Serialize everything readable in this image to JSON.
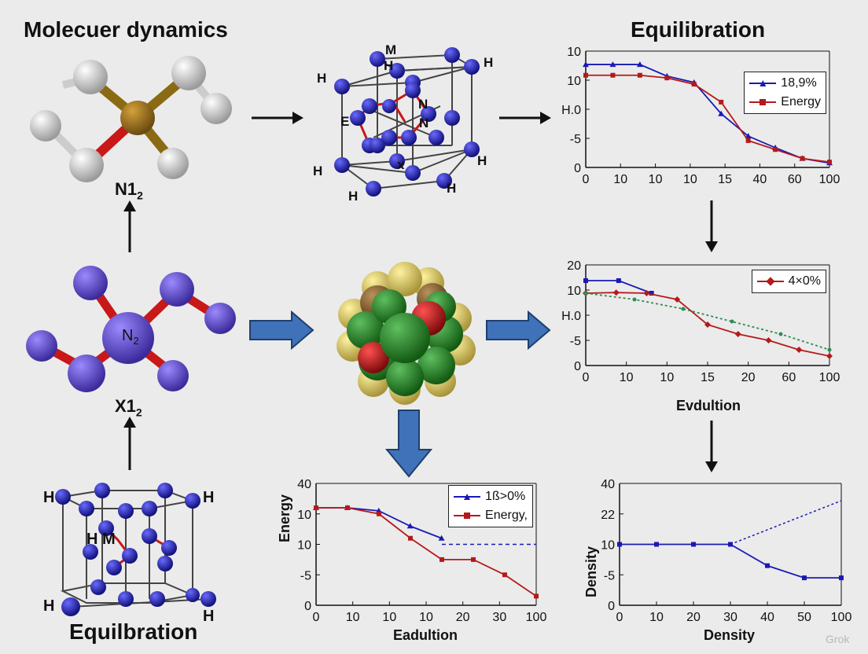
{
  "headings": {
    "left": "Molecuer dynamics",
    "right": "Equilibration",
    "bottom_left": "Equilbration"
  },
  "molecules": {
    "top_left_label": "N1",
    "top_left_sub": "2",
    "middle_left_center": "N",
    "middle_left_center_sub": "2",
    "middle_left_label": "X1",
    "middle_left_sub": "2",
    "top_crystal_labels": [
      "M",
      "H",
      "H",
      "H",
      "E",
      "N",
      "N",
      "H",
      "H",
      "H",
      "x",
      "H"
    ],
    "bottom_crystal_labels": [
      "H",
      "H",
      "H",
      "H",
      "M",
      "H"
    ]
  },
  "colors": {
    "blue_series": "#1a1ab4",
    "red_series": "#b41a1a",
    "green_series": "#2e8b57",
    "arrow_fill": "#3f72b8",
    "atom_blue": "#2727c8"
  },
  "chart_data": [
    {
      "type": "line",
      "yticks": [
        "10",
        "10",
        "H.0",
        "-5",
        "0"
      ],
      "xticks": [
        "0",
        "10",
        "10",
        "10",
        "15",
        "40",
        "60",
        "100"
      ],
      "series": [
        {
          "name": "18,9%",
          "color": "#1a1ab4",
          "marker": "triangle",
          "values": [
            11.5,
            11.5,
            11.5,
            10.2,
            9.5,
            6.0,
            3.5,
            2.2,
            1.0,
            0.5
          ]
        },
        {
          "name": "Energy",
          "color": "#b41a1a",
          "marker": "square",
          "values": [
            10.3,
            10.3,
            10.3,
            10.0,
            9.3,
            7.3,
            3.0,
            2.0,
            1.0,
            0.6
          ]
        }
      ],
      "legend": "top-right"
    },
    {
      "type": "line",
      "xlabel": "Evdultion",
      "yticks": [
        "20",
        "10",
        "H.0",
        "-5",
        "0"
      ],
      "xticks": [
        "0",
        "10",
        "10",
        "15",
        "20",
        "60",
        "100"
      ],
      "series": [
        {
          "name": "",
          "color": "#1a1ab4",
          "marker": "square",
          "values": [
            13.5,
            13.5,
            11.5
          ]
        },
        {
          "name": "4×0%",
          "color": "#b41a1a",
          "marker": "diamond",
          "values": [
            11.5,
            11.6,
            11.5,
            10.5,
            6.5,
            5.0,
            4.0,
            2.5,
            1.5
          ]
        },
        {
          "name": "",
          "color": "#2e8b57",
          "marker": "dot",
          "values": [
            11.5,
            10.5,
            9.0,
            7.0,
            5.0,
            2.5
          ]
        }
      ],
      "legend": "top-right"
    },
    {
      "type": "line",
      "xlabel": "Eadultion",
      "ylabel": "Energy",
      "yticks": [
        "40",
        "10",
        "10",
        "-5",
        "0"
      ],
      "xticks": [
        "0",
        "10",
        "10",
        "10",
        "20",
        "30",
        "100"
      ],
      "series": [
        {
          "name": "1ß>0%",
          "color": "#1a1ab4",
          "marker": "triangle",
          "values": [
            16.0,
            16.0,
            15.5,
            13.0,
            11.0
          ]
        },
        {
          "name": "Energy,",
          "color": "#b41a1a",
          "marker": "square",
          "values": [
            16.0,
            16.0,
            15.0,
            11.0,
            7.5,
            7.5,
            5.0,
            1.5
          ]
        }
      ],
      "legend": "top-right"
    },
    {
      "type": "line",
      "xlabel": "Density",
      "ylabel": "Density",
      "yticks": [
        "40",
        "22",
        "10",
        "-5",
        "0"
      ],
      "xticks": [
        "0",
        "10",
        "20",
        "30",
        "40",
        "50",
        "100"
      ],
      "series": [
        {
          "name": "",
          "color": "#1a1ab4",
          "marker": "square",
          "values": [
            10.0,
            10.0,
            10.0,
            10.0,
            6.5,
            4.5,
            4.5
          ]
        }
      ],
      "legend": "none"
    }
  ],
  "watermark": "Grok"
}
